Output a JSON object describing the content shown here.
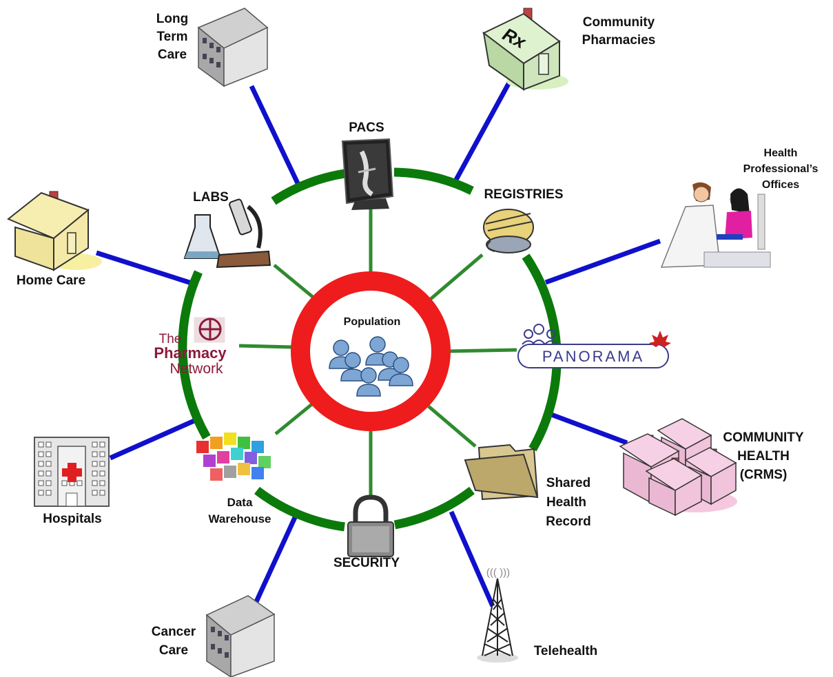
{
  "center": {
    "label": "Population"
  },
  "inner_systems": {
    "pacs": "PACS",
    "registries": "REGISTRIES",
    "labs": "LABS",
    "pharmacy_network": [
      "The",
      "Pharmacy",
      "Network"
    ],
    "panorama": "PANORAMA",
    "data_warehouse": [
      "Data",
      "Warehouse"
    ],
    "shared_health_record": [
      "Shared",
      "Health",
      "Record"
    ],
    "security": "SECURITY"
  },
  "outer_nodes": {
    "long_term_care": [
      "Long",
      "Term",
      "Care"
    ],
    "community_pharmacies": [
      "Community",
      "Pharmacies"
    ],
    "rx_sign": "Rx",
    "health_professionals": [
      "Health",
      "Professional’s",
      "Offices"
    ],
    "home_care": "Home Care",
    "community_health": [
      "COMMUNITY",
      "HEALTH",
      "(CRMS)"
    ],
    "hospitals": "Hospitals",
    "cancer_care": [
      "Cancer",
      "Care"
    ],
    "telehealth": "Telehealth",
    "telehealth_signal": "((( )))"
  },
  "colors": {
    "inner_ring": "#0b7a0b",
    "spokes": "#2e8b2e",
    "center_ring": "#ee1c1c",
    "outer_links": "#1010cc",
    "pharmacy_brand": "#8b1a3a",
    "panorama_brand": "#3a3a8c"
  }
}
